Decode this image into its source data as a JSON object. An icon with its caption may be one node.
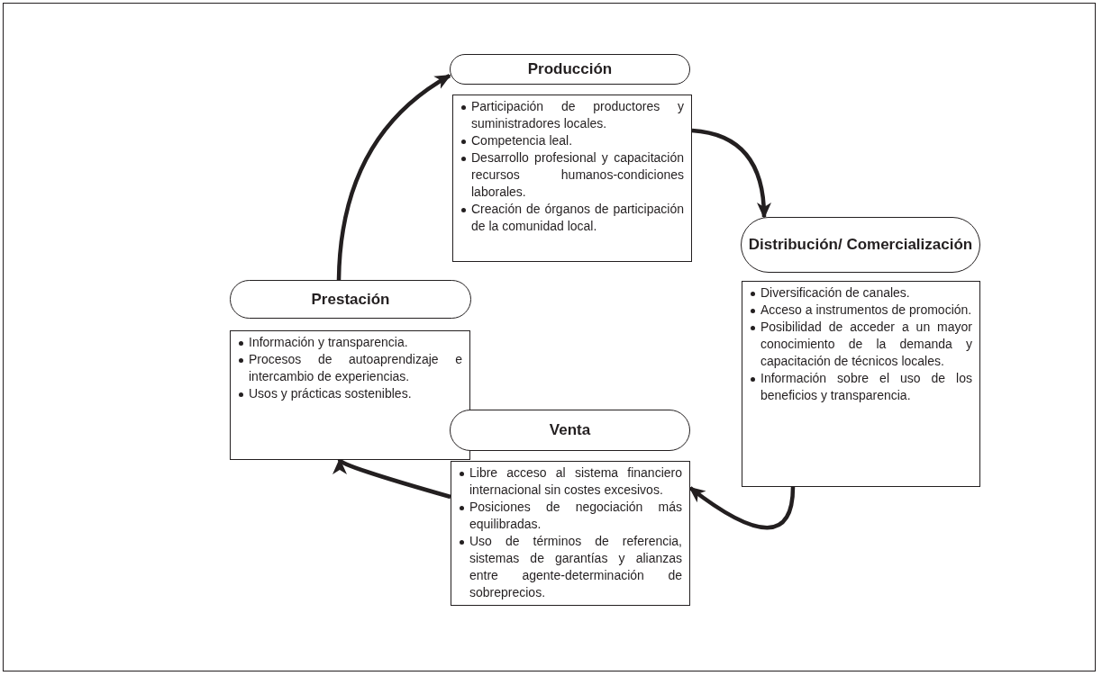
{
  "diagram": {
    "nodes": [
      {
        "text": [
          "Producción"
        ]
      },
      {
        "text": [
          "Participación de productores y suministradores locales.",
          "Competencia leal.",
          "Desarrollo profesional y capacitación recursos humanos-condiciones laborales.",
          "Creación de órganos de participación de la comunidad local."
        ]
      },
      {
        "text": [
          "Distribución/ Comercialización"
        ]
      },
      {
        "text": [
          "Diversificación de canales.",
          "Acceso a instrumentos de promoción.",
          "Posibilidad de acceder a un mayor conocimiento de la demanda y capacitación de técnicos locales.",
          "Información sobre el uso de los beneficios y transparencia."
        ]
      },
      {
        "text": [
          "Prestación"
        ]
      },
      {
        "text": [
          "Información y transparencia.",
          "Procesos de autoaprendizaje e intercambio de experiencias.",
          "Usos y prácticas sostenibles."
        ]
      },
      {
        "text": [
          "Venta"
        ]
      },
      {
        "text": [
          "Libre acceso al sistema financiero internacional sin costes excesivos.",
          "Posiciones de negociación más equilibradas.",
          "Uso de términos de referencia, sistemas de garantías y alianzas entre agente-determinación de sobreprecios."
        ]
      }
    ],
    "edges": [
      {
        "from": 1,
        "to": 2,
        "arrow": "to"
      },
      {
        "from": 3,
        "to": 7,
        "arrow": "to"
      },
      {
        "from": 7,
        "to": 5,
        "arrow": "to"
      },
      {
        "from": 4,
        "to": 0,
        "arrow": "to"
      }
    ]
  }
}
